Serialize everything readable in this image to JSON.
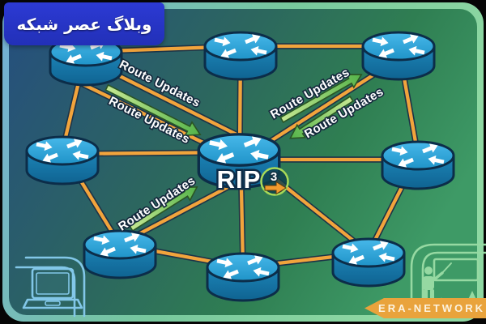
{
  "banner": {
    "text": "وبلاگ عصر شبکه",
    "bg_color": "#2533c5"
  },
  "brand": {
    "ribbon_text": "ERA-NETWORK",
    "ribbon_color": "#e9a33c"
  },
  "diagram": {
    "protocol_label": "RIP",
    "metric_badge": {
      "value": "3"
    },
    "labels": [
      {
        "text": "Route Updates"
      },
      {
        "text": "Route Updates"
      },
      {
        "text": "Route Updates"
      },
      {
        "text": "Route Updates"
      },
      {
        "text": "Route Updates"
      }
    ],
    "node_icon": "router-icon",
    "node_count": 9,
    "colors": {
      "link": "#f2a43c",
      "update_arrow": "#5cb84a",
      "router": "#2aa3dc",
      "bg_left": "#26507c",
      "bg_right": "#3e9a66"
    }
  },
  "corner_icons": {
    "bottom_left": "laptop-icon",
    "bottom_right": "instructor-icon"
  }
}
